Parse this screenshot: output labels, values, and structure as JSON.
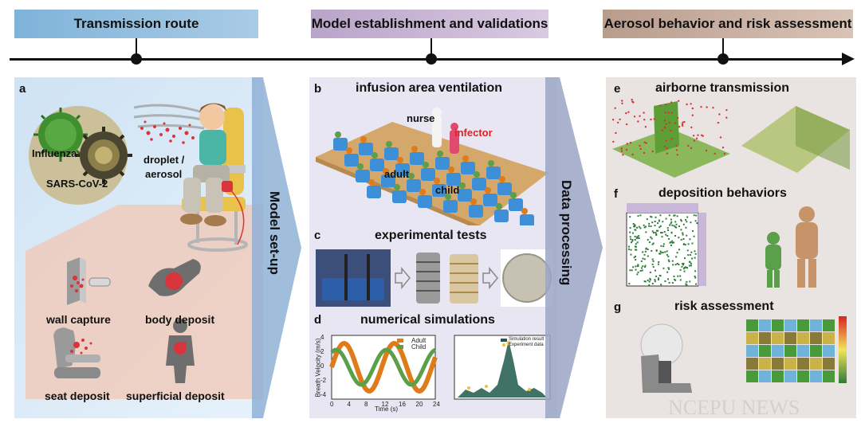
{
  "headers": {
    "transmission": "Transmission route",
    "model": "Model establishment and validations",
    "aerosol": "Aerosol behavior and risk assessment"
  },
  "panel_a": {
    "letter": "a",
    "influenza": "Influenza",
    "sars": "SARS-CoV-2",
    "droplet_line1": "droplet /",
    "droplet_line2": "aerosol",
    "wall": "wall capture",
    "body": "body deposit",
    "seat": "seat deposit",
    "superficial": "superficial deposit"
  },
  "arrows": {
    "model_setup": "Model set-up",
    "data_processing": "Data processing"
  },
  "panel_b": {
    "letter": "b",
    "title": "infusion area ventilation",
    "nurse": "nurse",
    "infector": "infector",
    "adult": "adult",
    "child": "child"
  },
  "panel_c": {
    "letter": "c",
    "title": "experimental tests"
  },
  "panel_d": {
    "letter": "d",
    "title": "numerical simulations",
    "legend_adult": "Adult",
    "legend_child": "Child",
    "xlabel": "Time (s)",
    "ylabel": "Breath Velocity (m/s)",
    "xticks": [
      "0",
      "4",
      "8",
      "12",
      "16",
      "20",
      "24"
    ],
    "yticks": [
      "4",
      "2",
      "0",
      "-2",
      "-4"
    ],
    "legend2_sim": "Simulation result",
    "legend2_exp": "Experiment data"
  },
  "panel_e": {
    "letter": "e",
    "title": "airborne transmission"
  },
  "panel_f": {
    "letter": "f",
    "title": "deposition behaviors"
  },
  "panel_g": {
    "letter": "g",
    "title": "risk assessment"
  },
  "watermark": "NCEPU NEWS",
  "colors": {
    "adult": "#e07b1a",
    "child": "#5aa04a",
    "virus_green": "#3f8f2e",
    "droplet": "#d9343b",
    "seat_blue": "#3d8fd8",
    "floor": "#d4a86a"
  }
}
